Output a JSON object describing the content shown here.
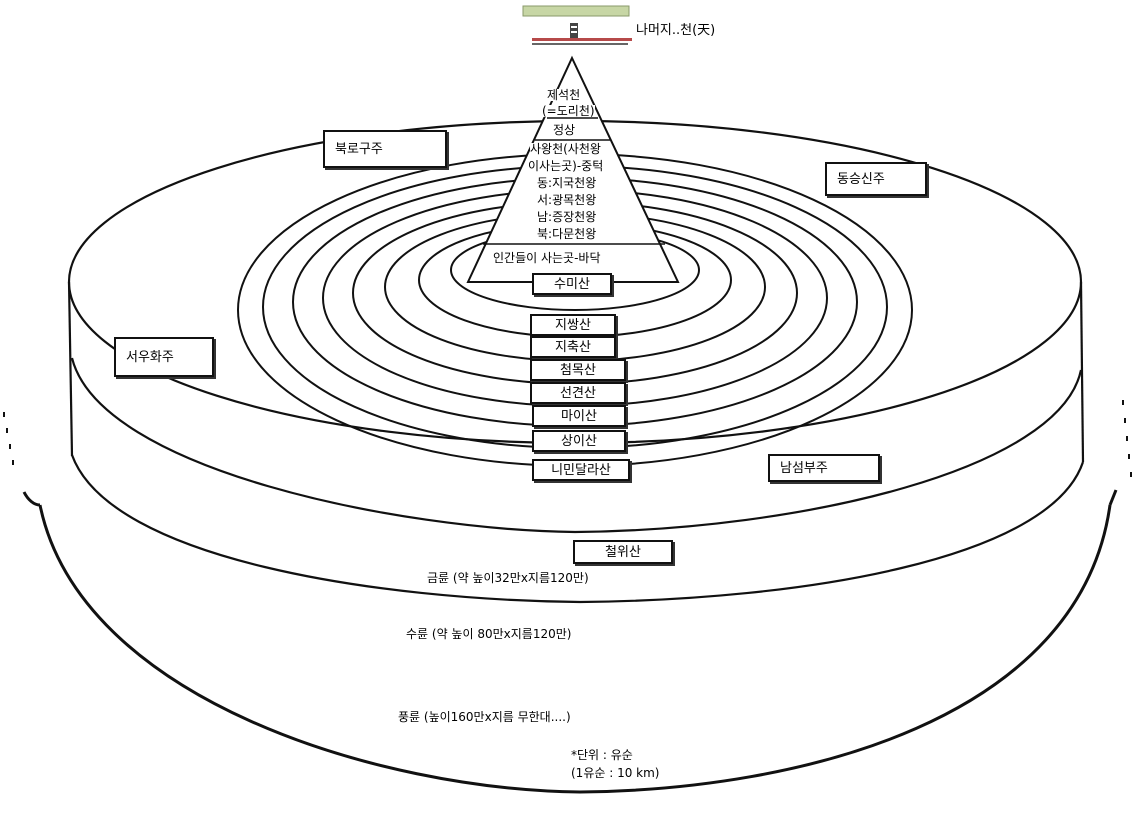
{
  "top": {
    "label": "나머지..천(天)"
  },
  "pyramid": {
    "peak": [
      "제석천",
      "(=도리천)"
    ],
    "summit": "정상",
    "four_kings": [
      "사왕천(사천왕",
      "이사는곳)-중턱",
      "동:지국천왕",
      "서:광목천왕",
      "남:증장천왕",
      "북:다문천왕"
    ],
    "base": "인간들이 사는곳-바닥"
  },
  "continents": {
    "north": "북로구주",
    "east": "동승신주",
    "west": "서우화주",
    "south": "남섬부주"
  },
  "mountains": [
    "수미산",
    "지쌍산",
    "지축산",
    "첨목산",
    "선견산",
    "마이산",
    "상이산",
    "니민달라산"
  ],
  "outer_mountain": "철위산",
  "layers": [
    "금륜 (약 높이32만x지름120만)",
    "수륜 (약 높이 80만x지름120만)",
    "풍륜 (높이160만x지름 무한대....)"
  ],
  "unit_note": [
    "*단위 : 유순",
    "(1유순 : 10 km)"
  ]
}
